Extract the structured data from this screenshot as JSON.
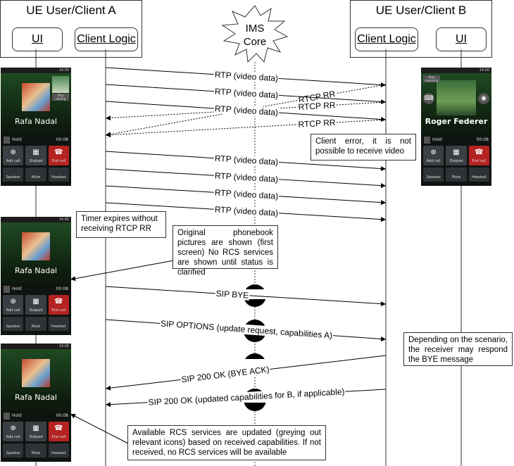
{
  "entities": {
    "client_a": {
      "title": "UE User/Client A",
      "ui": "UI",
      "logic": "Client Logic"
    },
    "ims": {
      "title_line1": "IMS",
      "title_line2": "Core"
    },
    "client_b": {
      "title": "UE User/Client B",
      "ui": "UI",
      "logic": "Client Logic"
    }
  },
  "messages": [
    {
      "label": "RTP (video data)",
      "from": "A",
      "to": "B",
      "style": "solid"
    },
    {
      "label": "RTCP RR",
      "from": "B",
      "to": "A",
      "style": "dotted"
    },
    {
      "label": "RTP (video data)",
      "from": "A",
      "to": "B",
      "style": "solid"
    },
    {
      "label": "RTCP RR",
      "from": "B",
      "to": "A",
      "style": "dotted"
    },
    {
      "label": "RTP (video data)",
      "from": "A",
      "to": "B",
      "style": "solid"
    },
    {
      "label": "RTCP RR",
      "from": "B",
      "to": "A",
      "style": "dotted"
    },
    {
      "label": "RTP (video data)",
      "from": "A",
      "to": "B",
      "style": "solid"
    },
    {
      "label": "RTP (video data)",
      "from": "A",
      "to": "B",
      "style": "solid"
    },
    {
      "label": "RTP (video data)",
      "from": "A",
      "to": "B",
      "style": "solid"
    },
    {
      "label": "RTP (video data)",
      "from": "A",
      "to": "B",
      "style": "solid"
    },
    {
      "label": "SIP BYE",
      "from": "A",
      "to": "B",
      "style": "solid"
    },
    {
      "label": "SIP OPTIONS (update request, capabilities A)",
      "from": "A",
      "to": "B",
      "style": "solid"
    },
    {
      "label": "SIP 200 OK (BYE ACK)",
      "from": "B",
      "to": "A",
      "style": "solid"
    },
    {
      "label": "SIP 200 OK (updated capabilities for B, if applicable)",
      "from": "B",
      "to": "A",
      "style": "solid"
    }
  ],
  "notes": {
    "client_error": "Client error, it is not possible to receive video",
    "timer_expires": "Timer expires without receiving RTCP RR",
    "original_pictures": "Original phonebook pictures are shown (first screen) No RCS services are shown until status is clarified",
    "depending_scenario": "Depending on the scenario, the receiver may respond the BYE message",
    "rcs_updated": "Available RCS services are updated (greying out relevant icons) based on received capabilities. If not received, no RCS services will be available"
  },
  "phones": {
    "a1": {
      "contact": "Rafa Nadal",
      "hold": "Hold",
      "timer": "00:08",
      "share_label": "Stop sharing",
      "status_time": "14:00",
      "buttons": [
        "Add call",
        "Dialpad",
        "End call"
      ],
      "bottom": [
        "Speaker",
        "Mute",
        "Headset"
      ]
    },
    "b1": {
      "contact": "Roger Federer",
      "hold": "Hold",
      "timer": "00:08",
      "share_label": "Stop receiving",
      "status_time": "14:00",
      "buttons": [
        "Add call",
        "Dialpad",
        "End call"
      ],
      "bottom": [
        "Speaker",
        "Mute",
        "Headset"
      ]
    },
    "a2": {
      "contact": "Rafa Nadal",
      "hold": "Hold",
      "timer": "00:08",
      "status_time": "14:00",
      "buttons": [
        "Add call",
        "Dialpad",
        "End call"
      ],
      "bottom": [
        "Speaker",
        "Mute",
        "Headset"
      ]
    },
    "a3": {
      "contact": "Rafa Nadal",
      "hold": "Hold",
      "timer": "00:08",
      "status_time": "14:00",
      "buttons": [
        "Add call",
        "Dialpad",
        "End call"
      ],
      "bottom": [
        "Speaker",
        "Mute",
        "Headset"
      ]
    }
  }
}
